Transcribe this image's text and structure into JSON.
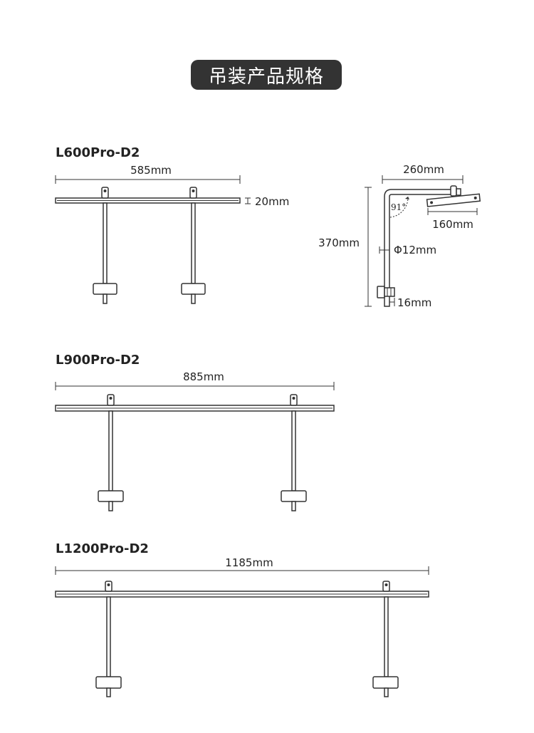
{
  "page_title": "吊装产品规格",
  "models": [
    {
      "name": "L600Pro-D2",
      "width_label": "585mm"
    },
    {
      "name": "L900Pro-D2",
      "width_label": "885mm"
    },
    {
      "name": "L1200Pro-D2",
      "width_label": "1185mm"
    }
  ],
  "side_view": {
    "bar_height": "20mm",
    "arm_length": "260mm",
    "angle": "91°",
    "head_length": "160mm",
    "rod_height": "370mm",
    "rod_diameter": "Φ12mm",
    "clamp_size": "16mm"
  }
}
